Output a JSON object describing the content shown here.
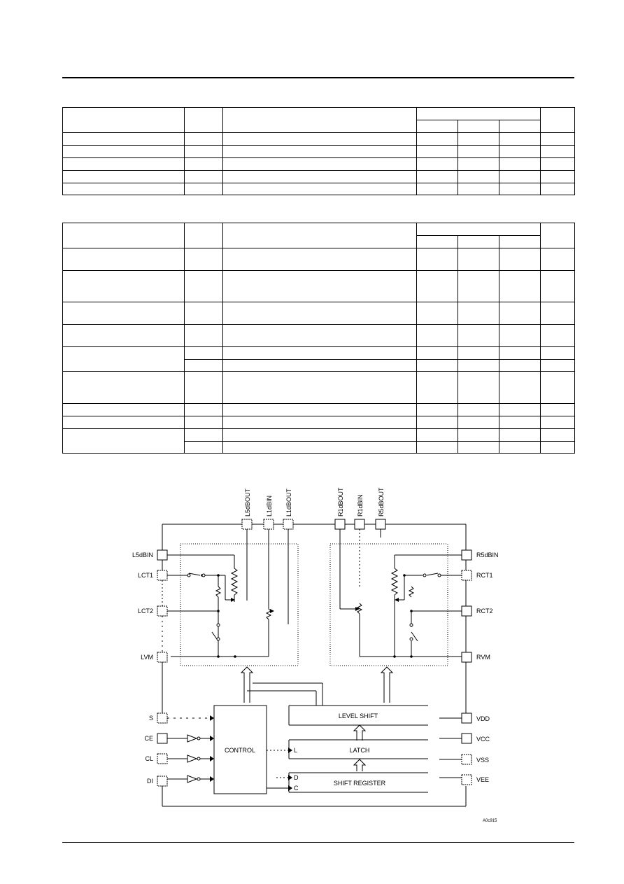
{
  "diagram": {
    "top_pins": [
      "L5dBOUT",
      "L1dBIN",
      "L1dBOUT",
      "R1dBOUT",
      "R1dBIN",
      "R5dBOUT"
    ],
    "left_pins": [
      "L5dBIN",
      "LCT1",
      "LCT2",
      "LVM",
      "S",
      "CE",
      "CL",
      "DI"
    ],
    "right_pins": [
      "R5dBIN",
      "RCT1",
      "RCT2",
      "RVM",
      "VDD",
      "VCC",
      "VSS",
      "VEE"
    ],
    "blocks": {
      "control": "CONTROL",
      "level_shift": "LEVEL SHIFT",
      "latch": "LATCH",
      "shift_register": "SHIFT REGISTER"
    },
    "port_labels": {
      "latch": "L",
      "data": "D",
      "clock": "C"
    },
    "figure_code": "A0c915"
  }
}
